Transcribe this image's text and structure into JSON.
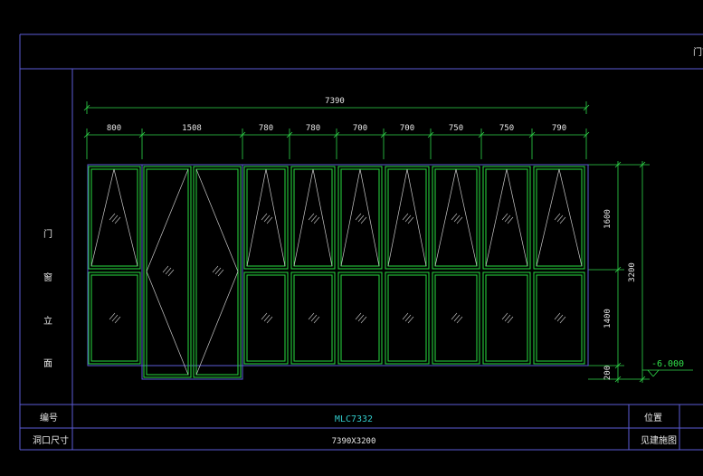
{
  "title_fragment": "门窗",
  "side_label": [
    "门",
    "窗",
    "立",
    "面"
  ],
  "dims": {
    "total_width": "7390",
    "segments": [
      "800",
      "1508",
      "780",
      "780",
      "700",
      "700",
      "750",
      "750",
      "790"
    ],
    "right_heights": [
      "1600",
      "1400",
      "200"
    ],
    "total_height": "3200",
    "level": "-6.000"
  },
  "footer": {
    "row1_label": "编号",
    "code": "MLC7332",
    "row1_right": "位置",
    "row2_label": "洞口尺寸",
    "size": "7390X3200",
    "row2_right": "见建施图"
  },
  "colors": {
    "border": "#5b5bd6",
    "dimension": "#2fd74a",
    "frame": "#24c93a",
    "glass": "#c8c8c8",
    "text": "#e8e8e8",
    "code": "#31c9c9"
  }
}
